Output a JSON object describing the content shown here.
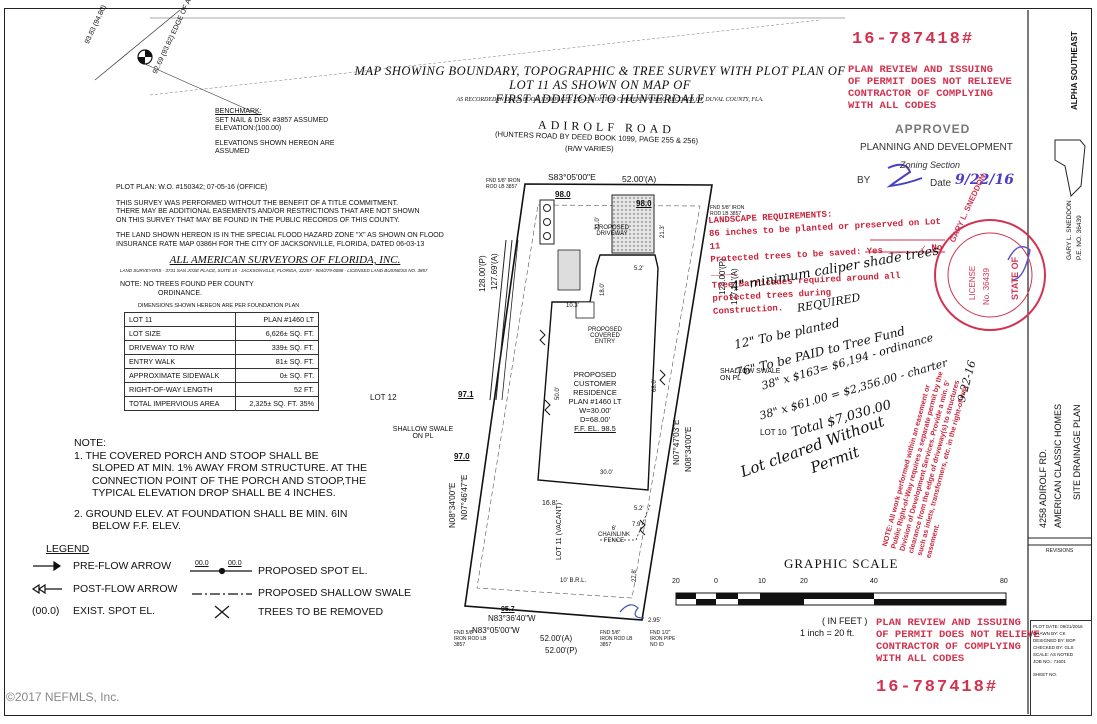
{
  "title": {
    "line1": "MAP SHOWING BOUNDARY, TOPOGRAPHIC & TREE SURVEY WITH PLOT PLAN OF",
    "line2": "LOT 11 AS SHOWN ON MAP OF",
    "line3": "FIRST ADDITION TO HUNTERDALE",
    "recorded": "AS RECORDED IN DEED BOOK 1099 PAGES 255-256 OF THE CURRENT PUBLIC RECORDS OF DUVAL COUNTY, FLA."
  },
  "benchmark": {
    "heading": "BENCHMARK:",
    "line1": "SET NAIL & DISK #3857 ASSUMED",
    "line2": "ELEVATION:(100.00)",
    "line3": "ELEVATIONS SHOWN HEREON ARE",
    "line4": "ASSUMED"
  },
  "plot_plan": {
    "line": "PLOT PLAN: W.O. #150342; 07-05-16 (OFFICE)",
    "survey1": "THIS SURVEY WAS PERFORMED WITHOUT THE BENEFIT OF A TITLE COMMITMENT.",
    "survey2": "THERE MAY BE ADDITIONAL EASEMENTS AND/OR RESTRICTIONS THAT ARE NOT SHOWN",
    "survey3": "ON THIS SURVEY THAT MAY BE FOUND IN THE PUBLIC RECORDS OF THIS COUNTY.",
    "flood1": "THE LAND SHOWN HEREON IS IN THE SPECIAL FLOOD HAZARD ZONE \"X\" AS SHOWN ON FLOOD",
    "flood2": "INSURANCE RATE MAP 0386H FOR THE CITY OF JACKSONVILLE, FLORIDA, DATED 06-03-13",
    "company": "ALL AMERICAN SURVEYORS OF FLORIDA, INC.",
    "company_sub": "LAND SURVEYORS - 3731 SAN JOSE PLACE, SUITE 15 - JACKSONVILLE, FLORIDA, 32257 - 904/279-0088 - LICENSED LAND BUSINESS NO. 3857",
    "trees1": "NOTE: NO TREES FOUND PER COUNTY",
    "trees2": "ORDINANCE."
  },
  "dimensions": {
    "caption": "DIMENSIONS SHOWN HEREON ARE PER FOUNDATION PLAN",
    "rows": [
      [
        "LOT 11",
        "PLAN #1460 LT"
      ],
      [
        "LOT SIZE",
        "6,626± SQ. FT."
      ],
      [
        "DRIVEWAY TO R/W",
        "339± SQ. FT."
      ],
      [
        "ENTRY WALK",
        "81± SQ. FT."
      ],
      [
        "APPROXIMATE SIDEWALK",
        "0± SQ. FT."
      ],
      [
        "RIGHT-OF-WAY LENGTH",
        "52 FT."
      ],
      [
        "TOTAL IMPERVIOUS AREA",
        "2,325± SQ. FT. 35%"
      ]
    ]
  },
  "notes": {
    "heading": "NOTE:",
    "n1a": "1. THE COVERED PORCH AND STOOP SHALL BE",
    "n1b": "SLOPED AT MIN. 1% AWAY FROM STRUCTURE. AT THE",
    "n1c": "CONNECTION POINT OF THE PORCH AND STOOP,THE",
    "n1d": "TYPICAL ELEVATION DROP SHALL BE 4 INCHES.",
    "n2a": "2. GROUND ELEV. AT FOUNDATION SHALL BE MIN. 6IN",
    "n2b": "BELOW F.F. ELEV."
  },
  "legend": {
    "heading": "LEGEND",
    "pre_flow": "PRE-FLOW ARROW",
    "post_flow": "POST-FLOW ARROW",
    "exist_spot_sym": "(00.0)",
    "exist_spot": "EXIST. SPOT EL.",
    "spot_sym": "00.0",
    "proposed_spot": "PROPOSED SPOT EL.",
    "swale": "PROPOSED SHALLOW SWALE",
    "trees": "TREES TO BE REMOVED"
  },
  "road": {
    "name": "ADIROLF ROAD",
    "sub": "(HUNTERS ROAD BY DEED BOOK 1099, PAGE 255 & 256)",
    "rw": "(R/W VARIES)"
  },
  "plan": {
    "top_bearing": "S83°05'00\"E",
    "top_dist": "52.00'(A)",
    "bottom_bearing": "N83°36'40\"W",
    "bottom_bearing2": "N83°05'00\"W",
    "bottom_dist": "52.00'(A)",
    "bottom_dist2": "52.00'(P)",
    "left_dist": "128.00'(P)",
    "left_dist2": "127.69'(A)",
    "right_dist": "128.00'(P)",
    "right_dist2": "127.21'(A)",
    "left_bearing": "N08°34'00\"E",
    "left_bearing2": "N07°46'47\"E",
    "right_bearing": "N07°47'03\"E",
    "right_bearing2": "N08°34'00\"E",
    "residence1": "PROPOSED",
    "residence2": "CUSTOMER",
    "residence3": "RESIDENCE",
    "residence4": "PLAN #1460 LT",
    "residence5": "W=30.00'",
    "residence6": "D=68.00'",
    "residence7": "F.F. EL. 98.5",
    "driveway": "PROPOSED DRIVEWAY",
    "porch": "PROPOSED COVERED ENTRY",
    "lot_vacant": "LOT 11 (VACANT)",
    "fence": "6' CHAINLINK FENCE",
    "lot12": "LOT 12",
    "lot10": "LOT 10",
    "swale_left": "SHALLOW SWALE ON PL",
    "swale_right": "SHALLOW SWALE ON PL",
    "fnd_tl": "FND 5/8\" IRON ROD LB 3857",
    "fnd_tr": "FND 5/8\" IRON ROD LB 3857",
    "fnd_bl": "FND 5/8\" IRON ROD LB 3857",
    "fnd_br": "FND 5/8\" IRON ROD LB 3857",
    "fnd_br2": "FND 1/2\" IRON PIPE NO ID",
    "e98_0a": "98.0",
    "e98_0b": "98.0",
    "e97_1": "97.1",
    "e97_0": "97.0",
    "e95_7": "95.7",
    "d21": "21.0'",
    "d21_3": "21.3'",
    "d30": "30.0'",
    "d50": "50.0'",
    "d16_8": "16.8'",
    "d68": "68.0'",
    "bsl": "10' B.R.L.",
    "d27_8": "27.8'",
    "d7_9": "7.9'",
    "d5_2": "5.2'",
    "d2_95": "2.95'",
    "d10_3": "10.3'",
    "d18": "18.0'"
  },
  "graphic_scale": {
    "title": "GRAPHIC SCALE",
    "ticks": [
      "20",
      "0",
      "10",
      "20",
      "40",
      "80"
    ],
    "unit": "( IN FEET )",
    "ratio": "1 inch = 20 ft."
  },
  "stamps": {
    "permit_num": "16-787418#",
    "review1": "PLAN REVIEW AND ISSUING",
    "review2": "OF PERMIT DOES NOT RELIEVE",
    "review3": "CONTRACTOR OF COMPLYING",
    "review4": "WITH ALL CODES",
    "approved": "APPROVED",
    "planning": "PLANNING AND DEVELOPMENT",
    "zoning": "Zoning Section",
    "by": "BY",
    "date": "Date",
    "date_val": "9/22/16",
    "landscape_head": "LANDSCAPE REQUIREMENTS:",
    "landscape1": "86 inches to be planted or preserved on Lot 11",
    "landscape2": "Protected trees to be saved: Yes _____ ✓ No _____",
    "landscape3": "Tree Barricades required around all protected trees during",
    "landscape4": "Construction.",
    "row_note": "NOTE: All work performed within an easement or Public Right-of-Way requires a separate permit by the Division of Development Services. Provide a min. 5' clearance from the edge of driveway(s) to structures such as inlets, transformers, etc. in the right-of-way easement.",
    "seal_name": "GARY L. SNEDDON",
    "seal_license": "LICENSE",
    "seal_no": "No. 36439",
    "seal_state": "STATE OF"
  },
  "handwritten": {
    "h1": "4\" minimum caliper shade trees",
    "h2": "REQUIRED",
    "h3": "12\" To be planted",
    "h4": "76\" To be PAID to Tree Fund",
    "h5": "38\" x $163= $6,194 - ordinance",
    "h6": "38\" x $61.00 = $2,356.00 - charter",
    "h7": "Total $7,030.00",
    "h8": "Lot cleared Without",
    "h9": "Permit",
    "h10": "9-22-16"
  },
  "title_block": {
    "address": "4258 ADIROLF RD.",
    "client": "AMERICAN CLASSIC HOMES",
    "sheet": "SITE DRAINAGE PLAN",
    "surveyor": "GARY L. SNEDDON",
    "pe": "P.E. NO. 36439",
    "company": "ALPHA SOUTHEAST",
    "revisions": "REVISIONS",
    "plot_date_l": "PLOT DATE:",
    "plot_date": "09/21/2016",
    "drawn_l": "DRAWN BY:",
    "drawn": "CK",
    "designed_l": "DESIGNED BY:",
    "designed": "BOP",
    "checked_l": "CHECKED BY:",
    "checked": "GLS",
    "scale_l": "SCALE:",
    "scale": "AS NOTED",
    "job_l": "JOB NO.:",
    "job": "71601",
    "sheet_no": "SHEET NO."
  },
  "watermark": "©2017 NEFMLS, Inc.",
  "corner_elev": {
    "e1": "93.83",
    "e1b": "(94.80)",
    "e2": "92.69",
    "e2b": "(93.82)",
    "edge": "EDGE OF ASPHALT"
  }
}
